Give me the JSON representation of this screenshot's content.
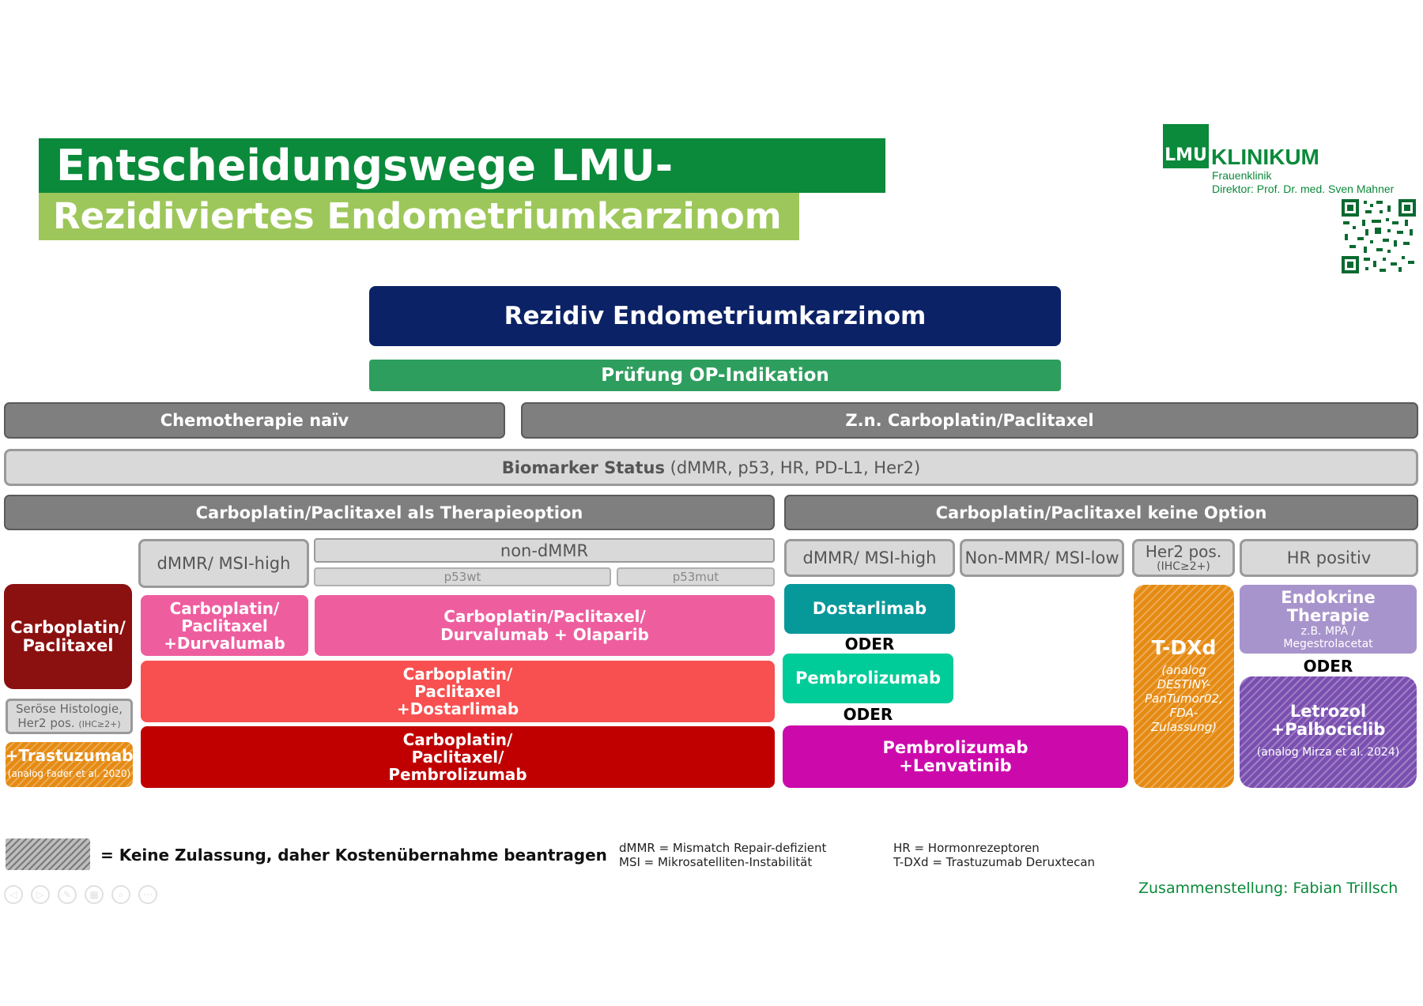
{
  "header": {
    "title": "Entscheidungswege LMU-Strategie",
    "subtitle": "Rezidiviertes Endometriumkarzinom"
  },
  "logo": {
    "mark": "LMU",
    "name": "KLINIKUM",
    "department": "Frauenklinik",
    "director": "Direktor: Prof. Dr. med. Sven Mahner"
  },
  "colors": {
    "dark_green": "#0a8a3a",
    "light_green": "#9dc75a",
    "navy": "#0c2266",
    "teal_green": "#2e9e5e",
    "grey": "#7f7f7f",
    "light_grey": "#d9d9d9",
    "maroon": "#8b1010",
    "pink": "#ee5e9f",
    "coral": "#f85050",
    "red": "#c00000",
    "teal": "#07989a",
    "mint": "#00cc99",
    "magenta": "#cc0aac",
    "orange": "#e58a12",
    "lavender": "#a894cc",
    "purple": "#7a4fb0"
  },
  "top": {
    "main": "Rezidiv Endometriumkarzinom",
    "op_check": "Prüfung OP-Indikation",
    "chemo_naive": "Chemotherapie naïv",
    "post_carbo": "Z.n. Carboplatin/Paclitaxel",
    "biomarker_bold": "Biomarker Status",
    "biomarker_rest": " (dMMR, p53, HR, PD-L1, Her2)",
    "option_yes": "Carboplatin/Paclitaxel als Therapieoption",
    "option_no": "Carboplatin/Paclitaxel keine Option"
  },
  "subgroups": {
    "dmmr_left": "dMMR/ MSI-high",
    "non_dmmr": "non-dMMR",
    "p53wt": "p53wt",
    "p53mut": "p53mut",
    "dmmr_right": "dMMR/ MSI-high",
    "non_mmr_msi_low": "Non-MMR/ MSI-low",
    "her2_pos": "Her2 pos.",
    "her2_ihc": "(IHC≥2+)",
    "hr_positive": "HR positiv"
  },
  "therapies": {
    "carbo_pacli": [
      "Carboplatin/",
      "Paclitaxel"
    ],
    "serous_note": [
      "Seröse Histologie,",
      "Her2 pos."
    ],
    "serous_ihc": "(IHC≥2+)",
    "trastuzumab": "+Trastuzumab",
    "trastuzumab_ref": "(analog Fader et al. 2020)",
    "durvalumab": [
      "Carboplatin/",
      "Paclitaxel",
      "+Durvalumab"
    ],
    "durva_olaparib": [
      "Carboplatin/Paclitaxel/",
      "Durvalumab + Olaparib"
    ],
    "dostarlimab_combo": [
      "Carboplatin/",
      "Paclitaxel",
      "+Dostarlimab"
    ],
    "pembro_combo": [
      "Carboplatin/",
      "Paclitaxel/",
      "Pembrolizumab"
    ],
    "dostarlimab": "Dostarlimab",
    "oder": "ODER",
    "pembrolizumab": "Pembrolizumab",
    "pembro_lenva": [
      "Pembrolizumab",
      "+Lenvatinib"
    ],
    "tdxd": "T-DXd",
    "tdxd_note": [
      "(analog",
      "DESTINY-",
      "PanTumor02,",
      "FDA-",
      "Zulassung)"
    ],
    "endocrine": [
      "Endokrine",
      "Therapie"
    ],
    "endocrine_note": [
      "z.B. MPA /",
      "Megestrolacetat"
    ],
    "letrozol": [
      "Letrozol",
      "+Palbociclib"
    ],
    "letrozol_ref": "(analog Mirza et al. 2024)"
  },
  "legend": {
    "hatch_text": "= Keine Zulassung, daher Kostenübernahme beantragen",
    "abbr_1": "dMMR = Mismatch Repair-defizient",
    "abbr_2": "MSI = Mikrosatelliten-Instabilität",
    "abbr_3": "HR = Hormonrezeptoren",
    "abbr_4": "T-DXd = Trastuzumab Deruxtecan",
    "credit": "Zusammenstellung: Fabian Trillsch"
  },
  "toolbar_icons": [
    "prev-icon",
    "next-icon",
    "pen-icon",
    "grid-icon",
    "zoom-icon",
    "more-icon"
  ]
}
